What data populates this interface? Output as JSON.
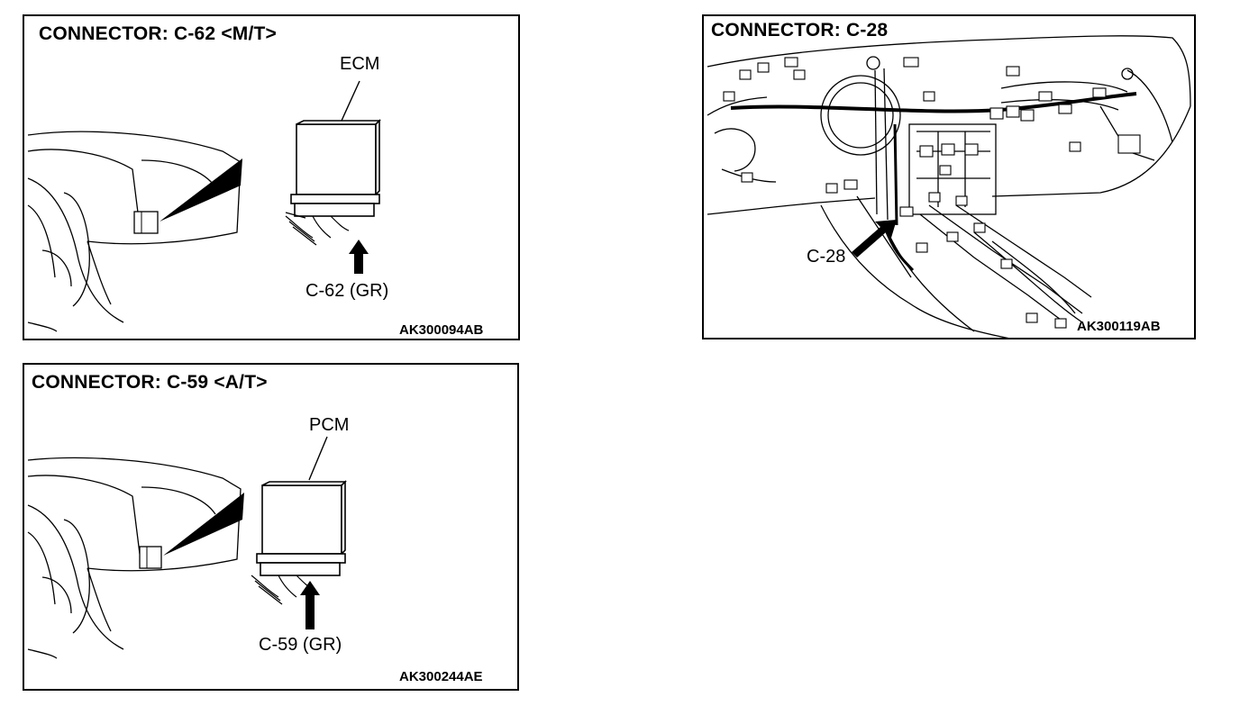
{
  "panels": [
    {
      "title": "CONNECTOR: C-62 <M/T>",
      "module_label": "ECM",
      "connector_label": "C-62 (GR)",
      "figure_code": "AK300094AB"
    },
    {
      "title": "CONNECTOR: C-28",
      "connector_label": "C-28",
      "figure_code": "AK300119AB"
    },
    {
      "title": "CONNECTOR: C-59 <A/T>",
      "module_label": "PCM",
      "connector_label": "C-59 (GR)",
      "figure_code": "AK300244AE"
    }
  ]
}
